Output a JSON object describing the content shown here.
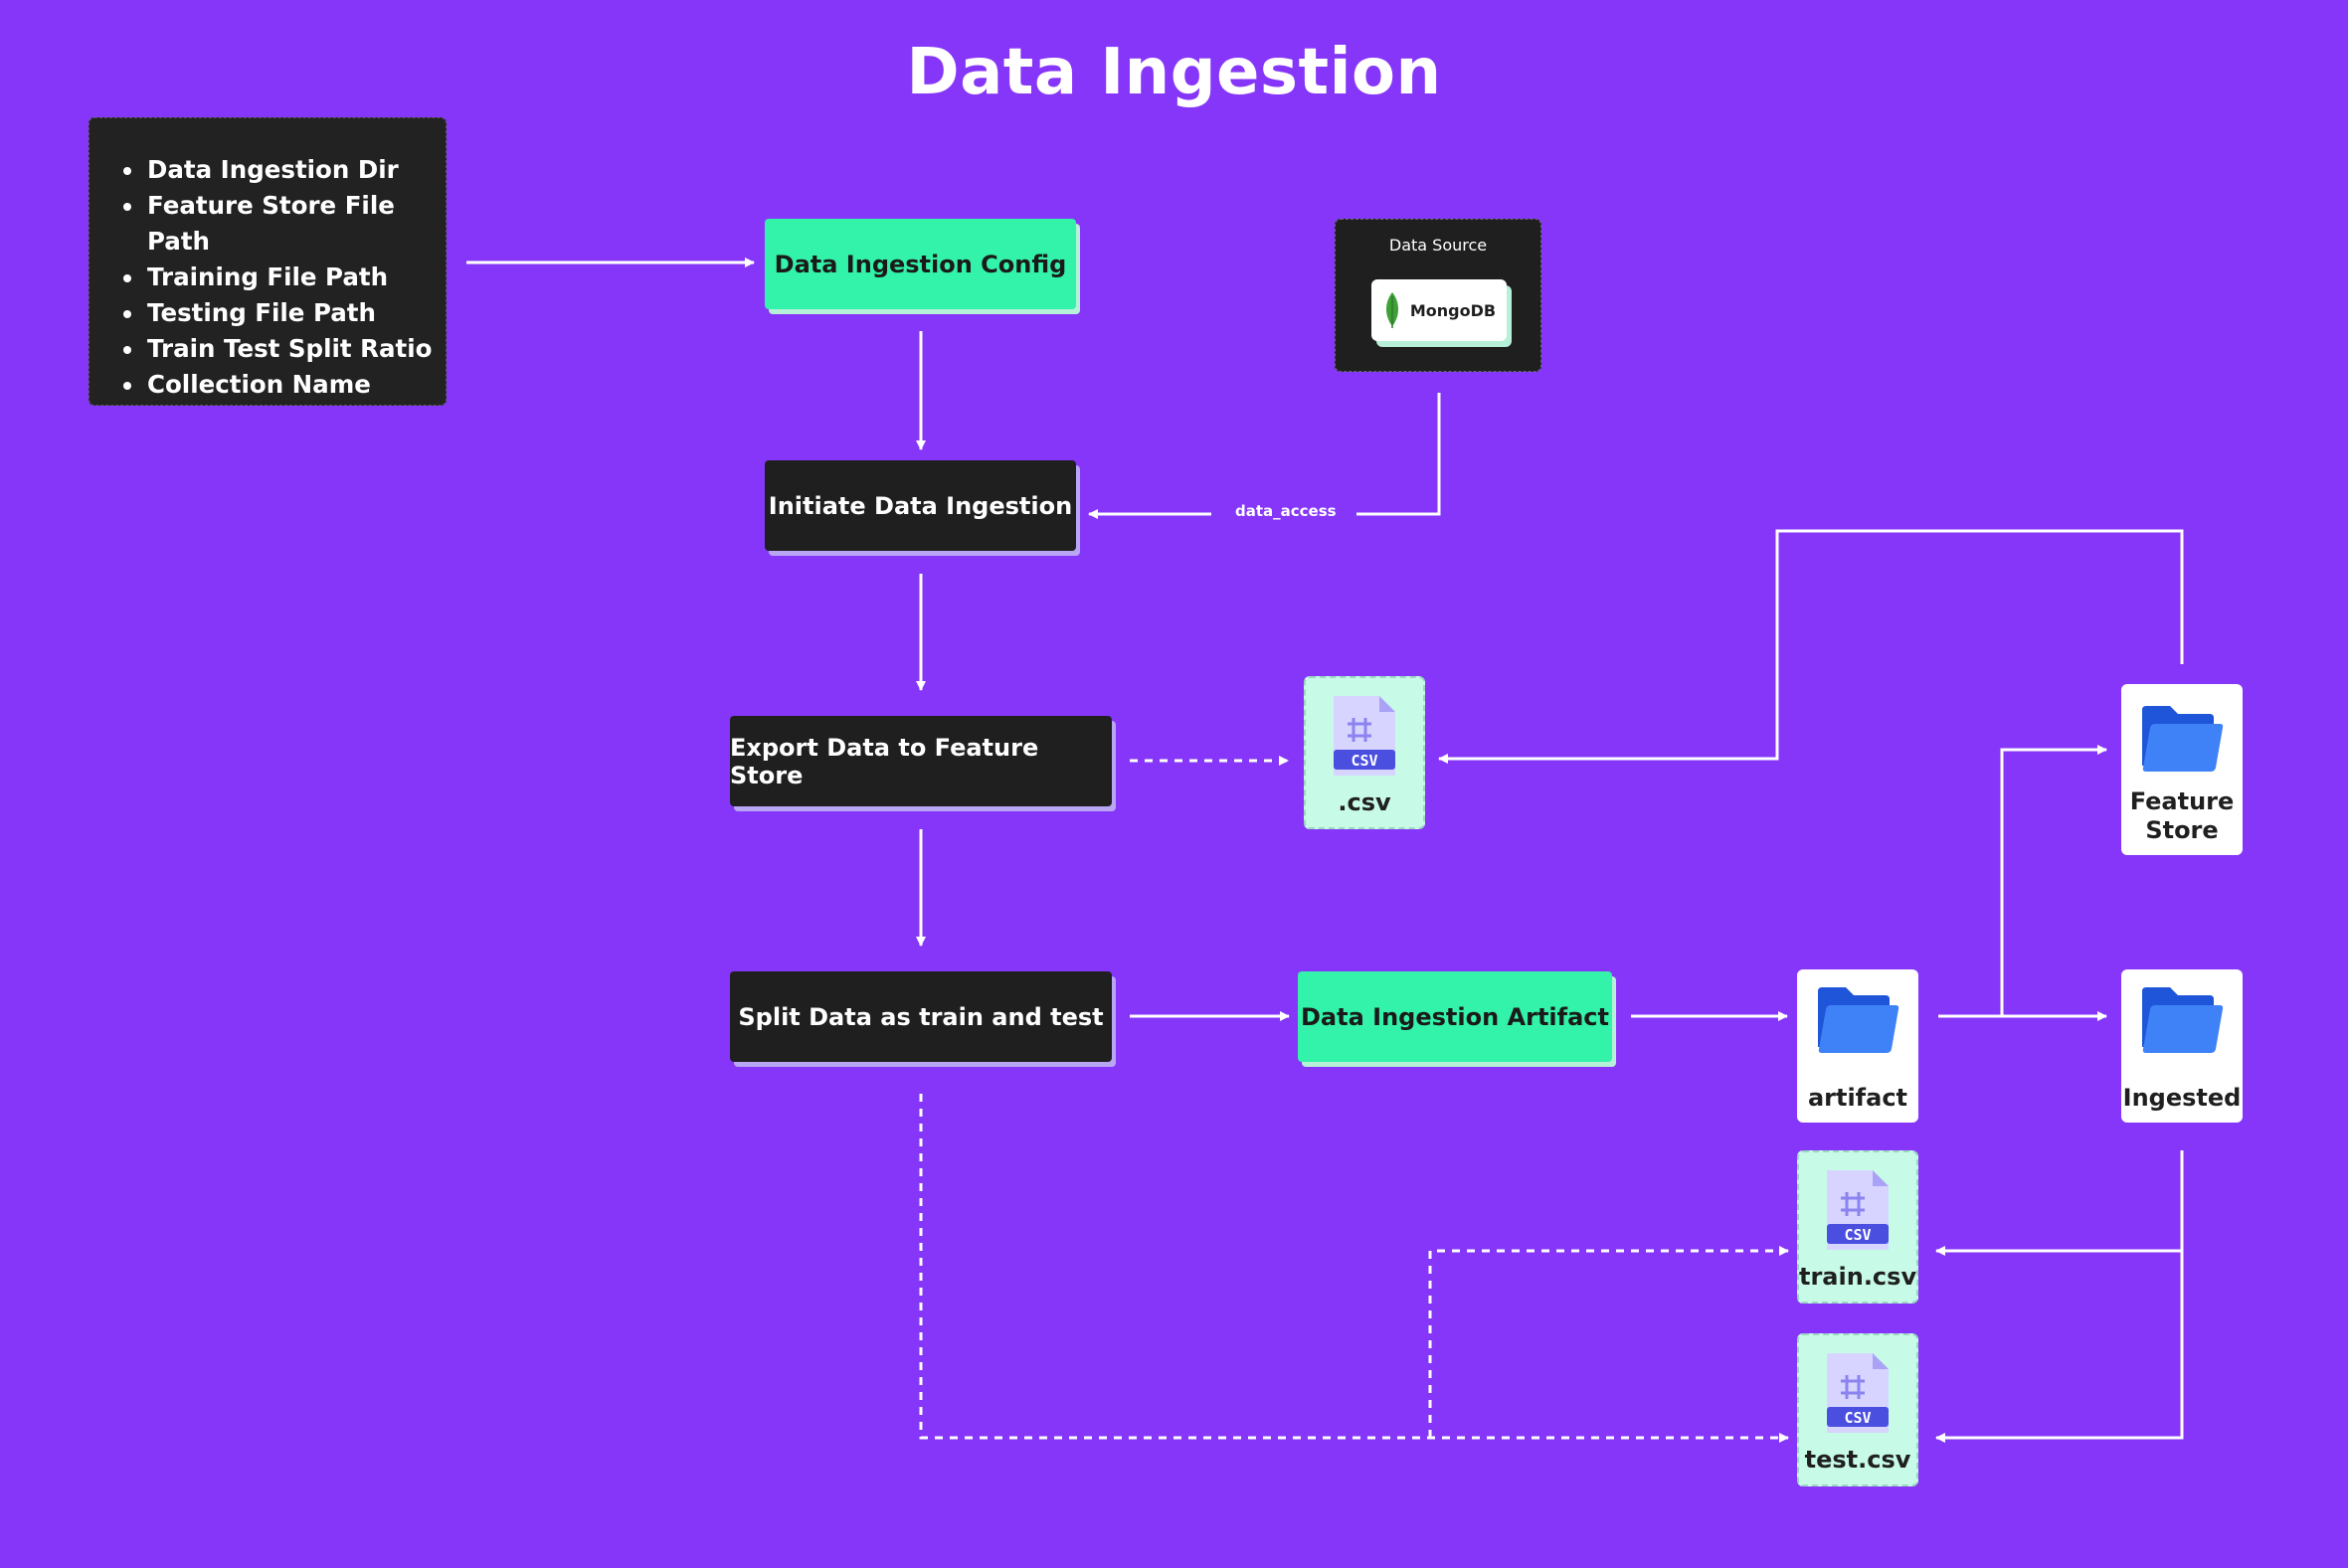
{
  "title": "Data Ingestion",
  "config_fields": [
    "Data Ingestion Dir",
    "Feature Store File Path",
    "Training File Path",
    "Testing File Path",
    "Train Test Split Ratio",
    "Collection Name"
  ],
  "nodes": {
    "config": "Data Ingestion Config",
    "initiate": "Initiate Data Ingestion",
    "export": "Export Data to Feature Store",
    "split": "Split Data as train and test",
    "artifact_box": "Data Ingestion Artifact"
  },
  "data_source": {
    "label": "Data Source",
    "db": "MongoDB"
  },
  "edge_labels": {
    "data_access": "data_access"
  },
  "files": {
    "csv": ".csv",
    "train": "train.csv",
    "test": "test.csv",
    "icon_text": "CSV"
  },
  "folders": {
    "artifact": "artifact",
    "feature_store_line1": "Feature",
    "feature_store_line2": "Store",
    "ingested": "Ingested"
  },
  "colors": {
    "background": "#8636f8",
    "dark_box": "#1f1f1f",
    "green_box": "#33f2a9",
    "file_card": "#c8fae8",
    "folder_blue": "#2f6bf2",
    "csv_icon": "#4a4fe0"
  }
}
